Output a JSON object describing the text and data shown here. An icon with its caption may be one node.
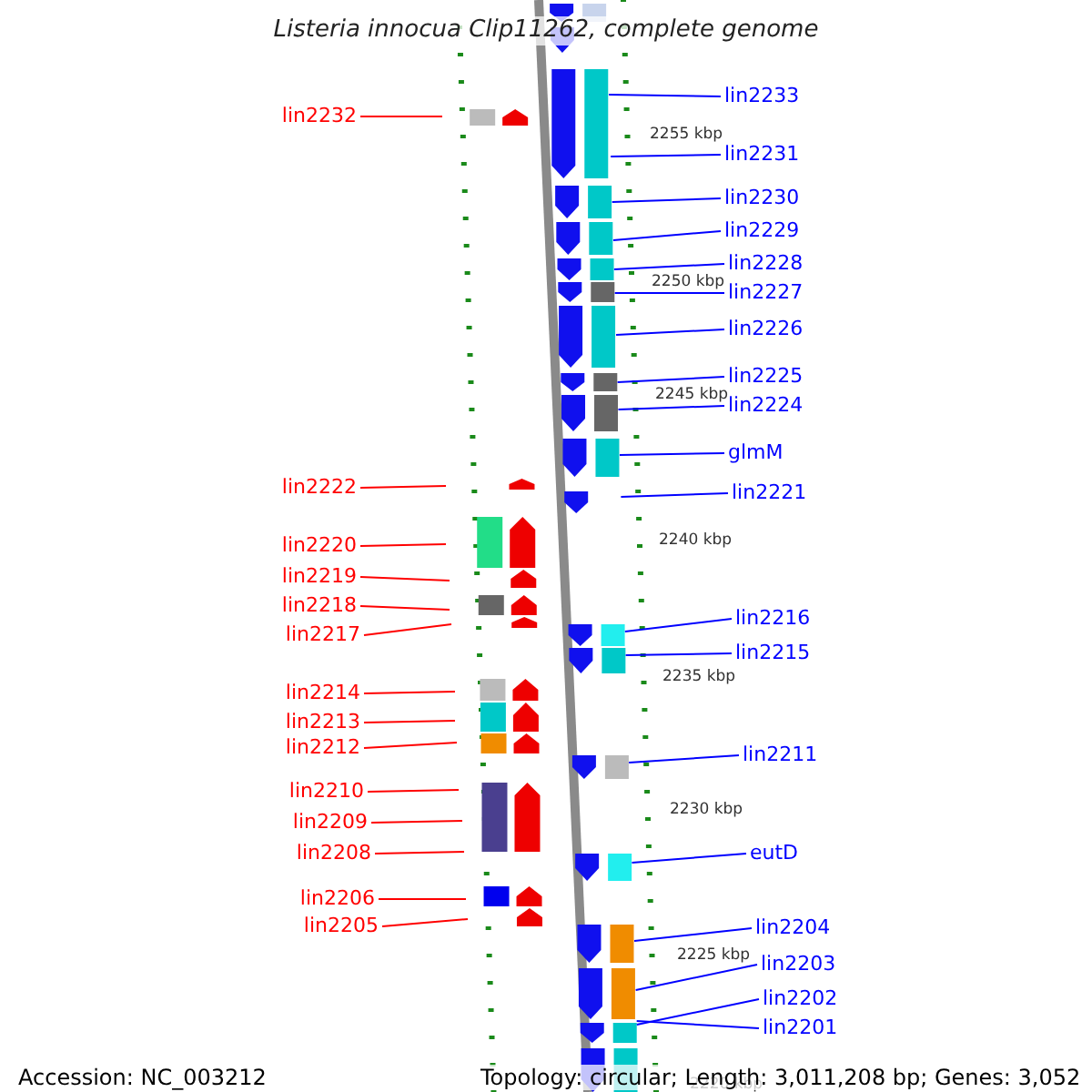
{
  "diagram": {
    "title": "Listeria innocua Clip11262, complete genome",
    "nodes": [
      {
        "text": [
          "lin2233"
        ]
      },
      {
        "text": [
          "lin2232"
        ]
      },
      {
        "text": [
          "lin2231"
        ]
      },
      {
        "text": [
          "lin2230"
        ]
      },
      {
        "text": [
          "lin2229"
        ]
      },
      {
        "text": [
          "lin2228"
        ]
      },
      {
        "text": [
          "lin2227"
        ]
      },
      {
        "text": [
          "lin2226"
        ]
      },
      {
        "text": [
          "lin2225"
        ]
      },
      {
        "text": [
          "lin2224"
        ]
      },
      {
        "text": [
          "glmM"
        ]
      },
      {
        "text": [
          "lin2222"
        ]
      },
      {
        "text": [
          "lin2221"
        ]
      },
      {
        "text": [
          "lin2220"
        ]
      },
      {
        "text": [
          "lin2219"
        ]
      },
      {
        "text": [
          "lin2218"
        ]
      },
      {
        "text": [
          "lin2216"
        ]
      },
      {
        "text": [
          "lin2217"
        ]
      },
      {
        "text": [
          "lin2215"
        ]
      },
      {
        "text": [
          "lin2214"
        ]
      },
      {
        "text": [
          "lin2213"
        ]
      },
      {
        "text": [
          "lin2212"
        ]
      },
      {
        "text": [
          "lin2211"
        ]
      },
      {
        "text": [
          "lin2210"
        ]
      },
      {
        "text": [
          "lin2209"
        ]
      },
      {
        "text": [
          "lin2208"
        ]
      },
      {
        "text": [
          "eutD"
        ]
      },
      {
        "text": [
          "lin2206"
        ]
      },
      {
        "text": [
          "lin2205"
        ]
      },
      {
        "text": [
          "lin2204"
        ]
      },
      {
        "text": [
          "lin2203"
        ]
      },
      {
        "text": [
          "lin2202"
        ]
      },
      {
        "text": [
          "lin2201"
        ]
      }
    ],
    "edges": [
      {
        "from": 0,
        "to": null,
        "arrow": "none"
      },
      {
        "from": 1,
        "to": null,
        "arrow": "none",
        "color": "#ff0000"
      },
      {
        "from": 2,
        "to": null,
        "arrow": "none"
      },
      {
        "from": 3,
        "to": null,
        "arrow": "none"
      },
      {
        "from": 4,
        "to": null,
        "arrow": "none"
      },
      {
        "from": 5,
        "to": null,
        "arrow": "none"
      },
      {
        "from": 6,
        "to": null,
        "arrow": "none"
      },
      {
        "from": 7,
        "to": null,
        "arrow": "none"
      },
      {
        "from": 8,
        "to": null,
        "arrow": "none"
      },
      {
        "from": 9,
        "to": null,
        "arrow": "none"
      },
      {
        "from": 10,
        "to": null,
        "arrow": "none"
      },
      {
        "from": 11,
        "to": null,
        "arrow": "none",
        "color": "#ff0000"
      },
      {
        "from": 12,
        "to": null,
        "arrow": "none"
      },
      {
        "from": 13,
        "to": null,
        "arrow": "none",
        "color": "#ff0000"
      },
      {
        "from": 14,
        "to": null,
        "arrow": "none",
        "color": "#ff0000"
      },
      {
        "from": 15,
        "to": null,
        "arrow": "none",
        "color": "#ff0000"
      },
      {
        "from": 16,
        "to": null,
        "arrow": "none"
      },
      {
        "from": 17,
        "to": null,
        "arrow": "none",
        "color": "#ff0000"
      },
      {
        "from": 18,
        "to": null,
        "arrow": "none"
      },
      {
        "from": 19,
        "to": null,
        "arrow": "none",
        "color": "#ff0000"
      },
      {
        "from": 20,
        "to": null,
        "arrow": "none",
        "color": "#ff0000"
      },
      {
        "from": 21,
        "to": null,
        "arrow": "none",
        "color": "#ff0000"
      },
      {
        "from": 22,
        "to": null,
        "arrow": "none"
      },
      {
        "from": 23,
        "to": null,
        "arrow": "none",
        "color": "#ff0000"
      },
      {
        "from": 24,
        "to": null,
        "arrow": "none",
        "color": "#ff0000"
      },
      {
        "from": 25,
        "to": null,
        "arrow": "none",
        "color": "#ff0000"
      },
      {
        "from": 26,
        "to": null,
        "arrow": "none"
      },
      {
        "from": 27,
        "to": null,
        "arrow": "none",
        "color": "#ff0000"
      },
      {
        "from": 28,
        "to": null,
        "arrow": "none",
        "color": "#ff0000"
      },
      {
        "from": 29,
        "to": null,
        "arrow": "none"
      },
      {
        "from": 30,
        "to": null,
        "arrow": "none"
      },
      {
        "from": 31,
        "to": null,
        "arrow": "none"
      },
      {
        "from": 32,
        "to": null,
        "arrow": "none"
      }
    ],
    "labels": [
      "2255 kbp",
      "2250 kbp",
      "2245 kbp",
      "2240 kbp",
      "2235 kbp",
      "2230 kbp",
      "2225 kbp",
      "2220 kbp",
      "Accession: NC_003212",
      "Topology: circular; Length: 3,011,208 bp; Genes: 3,052"
    ]
  }
}
